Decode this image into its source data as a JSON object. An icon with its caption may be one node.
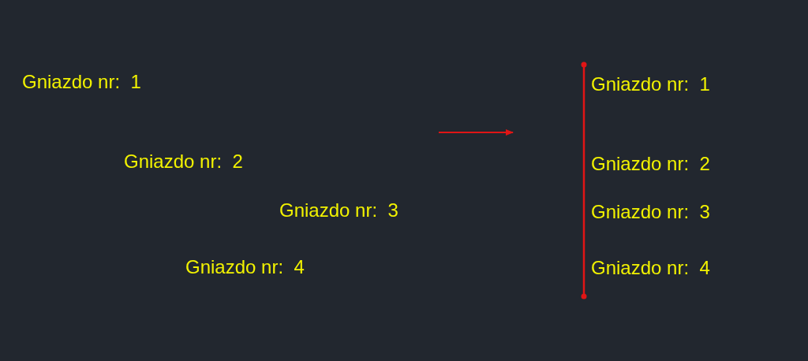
{
  "diagram": {
    "labels": [
      "Gniazdo nr:  1",
      "Gniazdo nr:  2",
      "Gniazdo nr:  3",
      "Gniazdo nr:  4",
      "Gniazdo nr:  1",
      "Gniazdo nr:  2",
      "Gniazdo nr:  3",
      "Gniazdo nr:  4"
    ]
  }
}
